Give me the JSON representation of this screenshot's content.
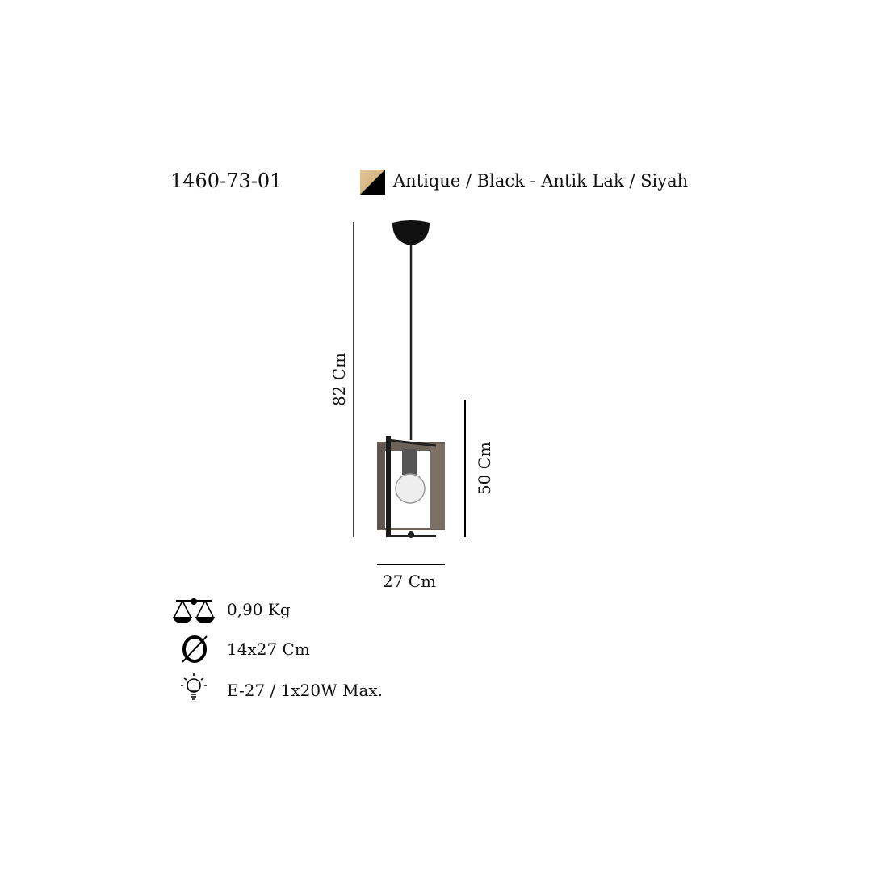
{
  "product": {
    "code": "1460-73-01",
    "finish": "Antique / Black - Antik Lak / Siyah",
    "swatch_colors": [
      "#d6b784",
      "#000000"
    ]
  },
  "dimensions": {
    "total_height": "82 Cm",
    "shade_height": "50 Cm",
    "width": "27 Cm"
  },
  "specs": [
    {
      "icon": "scale-icon",
      "text": "0,90 Kg"
    },
    {
      "icon": "diameter-icon",
      "text": "14x27 Cm"
    },
    {
      "icon": "bulb-icon",
      "text": "E-27 / 1x20W Max."
    }
  ]
}
